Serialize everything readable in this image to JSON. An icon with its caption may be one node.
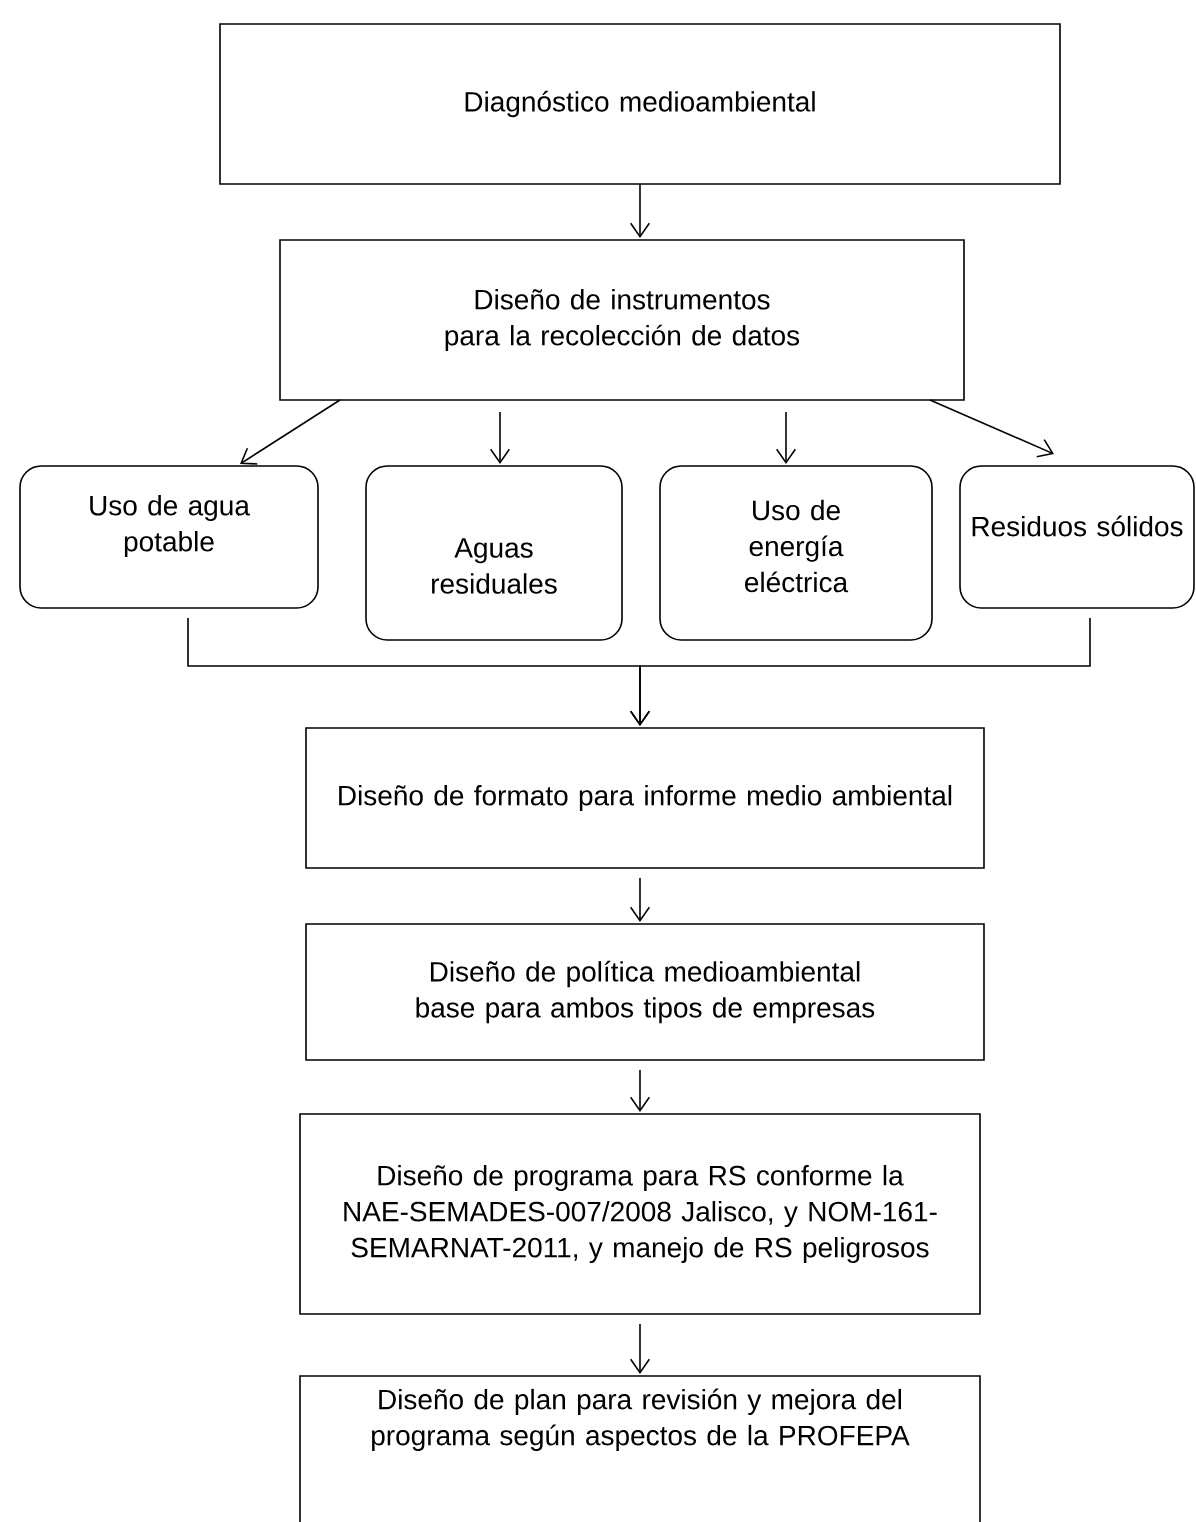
{
  "diagram": {
    "nodes": [
      {
        "text": [
          "Diagnóstico medioambiental"
        ]
      },
      {
        "text": [
          "Diseño de instrumentos para la recolección de datos"
        ]
      },
      {
        "text": [
          "Uso de agua potable"
        ]
      },
      {
        "text": [
          "Aguas residuales"
        ]
      },
      {
        "text": [
          "Uso de energía eléctrica"
        ]
      },
      {
        "text": [
          "Residuos sólidos"
        ]
      },
      {
        "text": [
          "Diseño de formato para informe medio ambiental"
        ]
      },
      {
        "text": [
          "Diseño de política medioambiental base para ambos tipos de empresas"
        ]
      },
      {
        "text": [
          "Diseño de programa para RS conforme la NAE-SEMADES-007/2008 Jalisco, y NOM-161-SEMARNAT-2011, y manejo de RS peligrosos"
        ]
      },
      {
        "text": [
          "Diseño de plan para revisión y mejora del programa según aspectos de la PROFEPA"
        ]
      }
    ],
    "edges": [
      {
        "from": 0,
        "to": 1,
        "arrow": "to"
      },
      {
        "from": 1,
        "to": 2,
        "arrow": "to"
      },
      {
        "from": 1,
        "to": 3,
        "arrow": "to"
      },
      {
        "from": 1,
        "to": 4,
        "arrow": "to"
      },
      {
        "from": 1,
        "to": 5,
        "arrow": "to"
      },
      {
        "from": 2,
        "to": 6,
        "arrow": "to"
      },
      {
        "from": 5,
        "to": 6,
        "arrow": "to"
      },
      {
        "from": 6,
        "to": 7,
        "arrow": "to"
      },
      {
        "from": 7,
        "to": 8,
        "arrow": "to"
      },
      {
        "from": 8,
        "to": 9,
        "arrow": "to"
      }
    ]
  }
}
